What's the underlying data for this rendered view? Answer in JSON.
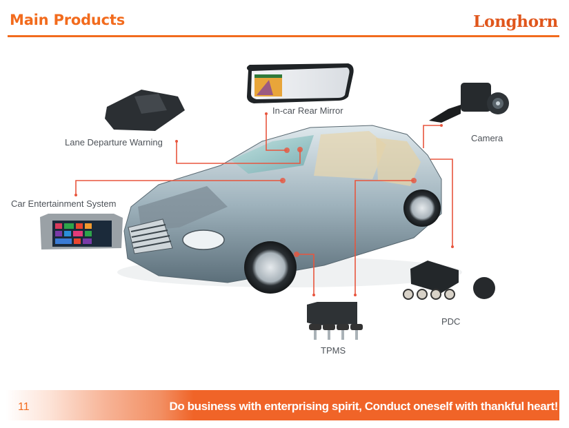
{
  "header": {
    "title": "Main Products",
    "brand": "Longhorn"
  },
  "products": [
    {
      "name": "In-car Rear Mirror",
      "icon": "rear-mirror-icon"
    },
    {
      "name": "Lane Departure Warning",
      "icon": "lane-warning-module-icon"
    },
    {
      "name": "Camera",
      "icon": "camera-icon"
    },
    {
      "name": "Car Entertainment System",
      "icon": "car-entertainment-icon"
    },
    {
      "name": "PDC",
      "icon": "parking-sensor-icon"
    },
    {
      "name": "TPMS",
      "icon": "tire-pressure-sensor-icon"
    }
  ],
  "colors": {
    "accent": "#f26b1d",
    "callout": "#e8553d",
    "text": "#4d5258"
  },
  "footer": {
    "page_number": "11",
    "slogan": "Do business with enterprising spirit, Conduct oneself with thankful heart!"
  }
}
